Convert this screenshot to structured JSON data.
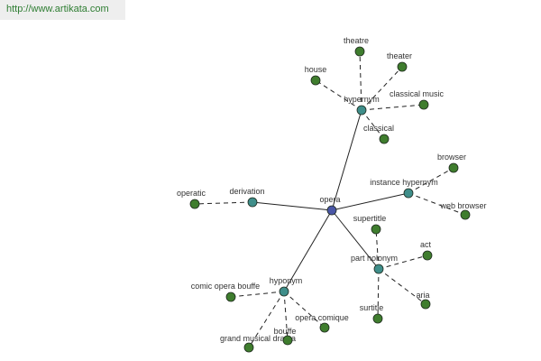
{
  "source": {
    "url": "http://www.artikata.com"
  },
  "colors": {
    "center": "#4a56a6",
    "relation": "#3f8e8a",
    "term": "#3f7d2e",
    "edge": "#222222",
    "background": "#ffffff"
  },
  "graph": {
    "center": {
      "id": "opera",
      "label": "opera"
    },
    "relations": [
      {
        "id": "hypernym",
        "label": "hypernym",
        "terms": [
          {
            "id": "theatre",
            "label": "theatre"
          },
          {
            "id": "theater",
            "label": "theater"
          },
          {
            "id": "house",
            "label": "house"
          },
          {
            "id": "classical-music",
            "label": "classical music"
          },
          {
            "id": "classical",
            "label": "classical"
          }
        ]
      },
      {
        "id": "derivation",
        "label": "derivation",
        "terms": [
          {
            "id": "operatic",
            "label": "operatic"
          }
        ]
      },
      {
        "id": "instance-hypernym",
        "label": "instance hypernym",
        "terms": [
          {
            "id": "browser",
            "label": "browser"
          },
          {
            "id": "web-browser",
            "label": "web browser"
          }
        ]
      },
      {
        "id": "part-holonym",
        "label": "part holonym",
        "terms": [
          {
            "id": "supertitle",
            "label": "supertitle"
          },
          {
            "id": "act",
            "label": "act"
          },
          {
            "id": "aria",
            "label": "aria"
          },
          {
            "id": "surtitle",
            "label": "surtitle"
          }
        ]
      },
      {
        "id": "hyponym",
        "label": "hyponym",
        "terms": [
          {
            "id": "comic-opera-bouffe",
            "label": "comic opera bouffe"
          },
          {
            "id": "grand-musical-drama",
            "label": "grand musical drama"
          },
          {
            "id": "bouffe",
            "label": "bouffe"
          },
          {
            "id": "opera-comique",
            "label": "opera comique"
          }
        ]
      }
    ]
  }
}
